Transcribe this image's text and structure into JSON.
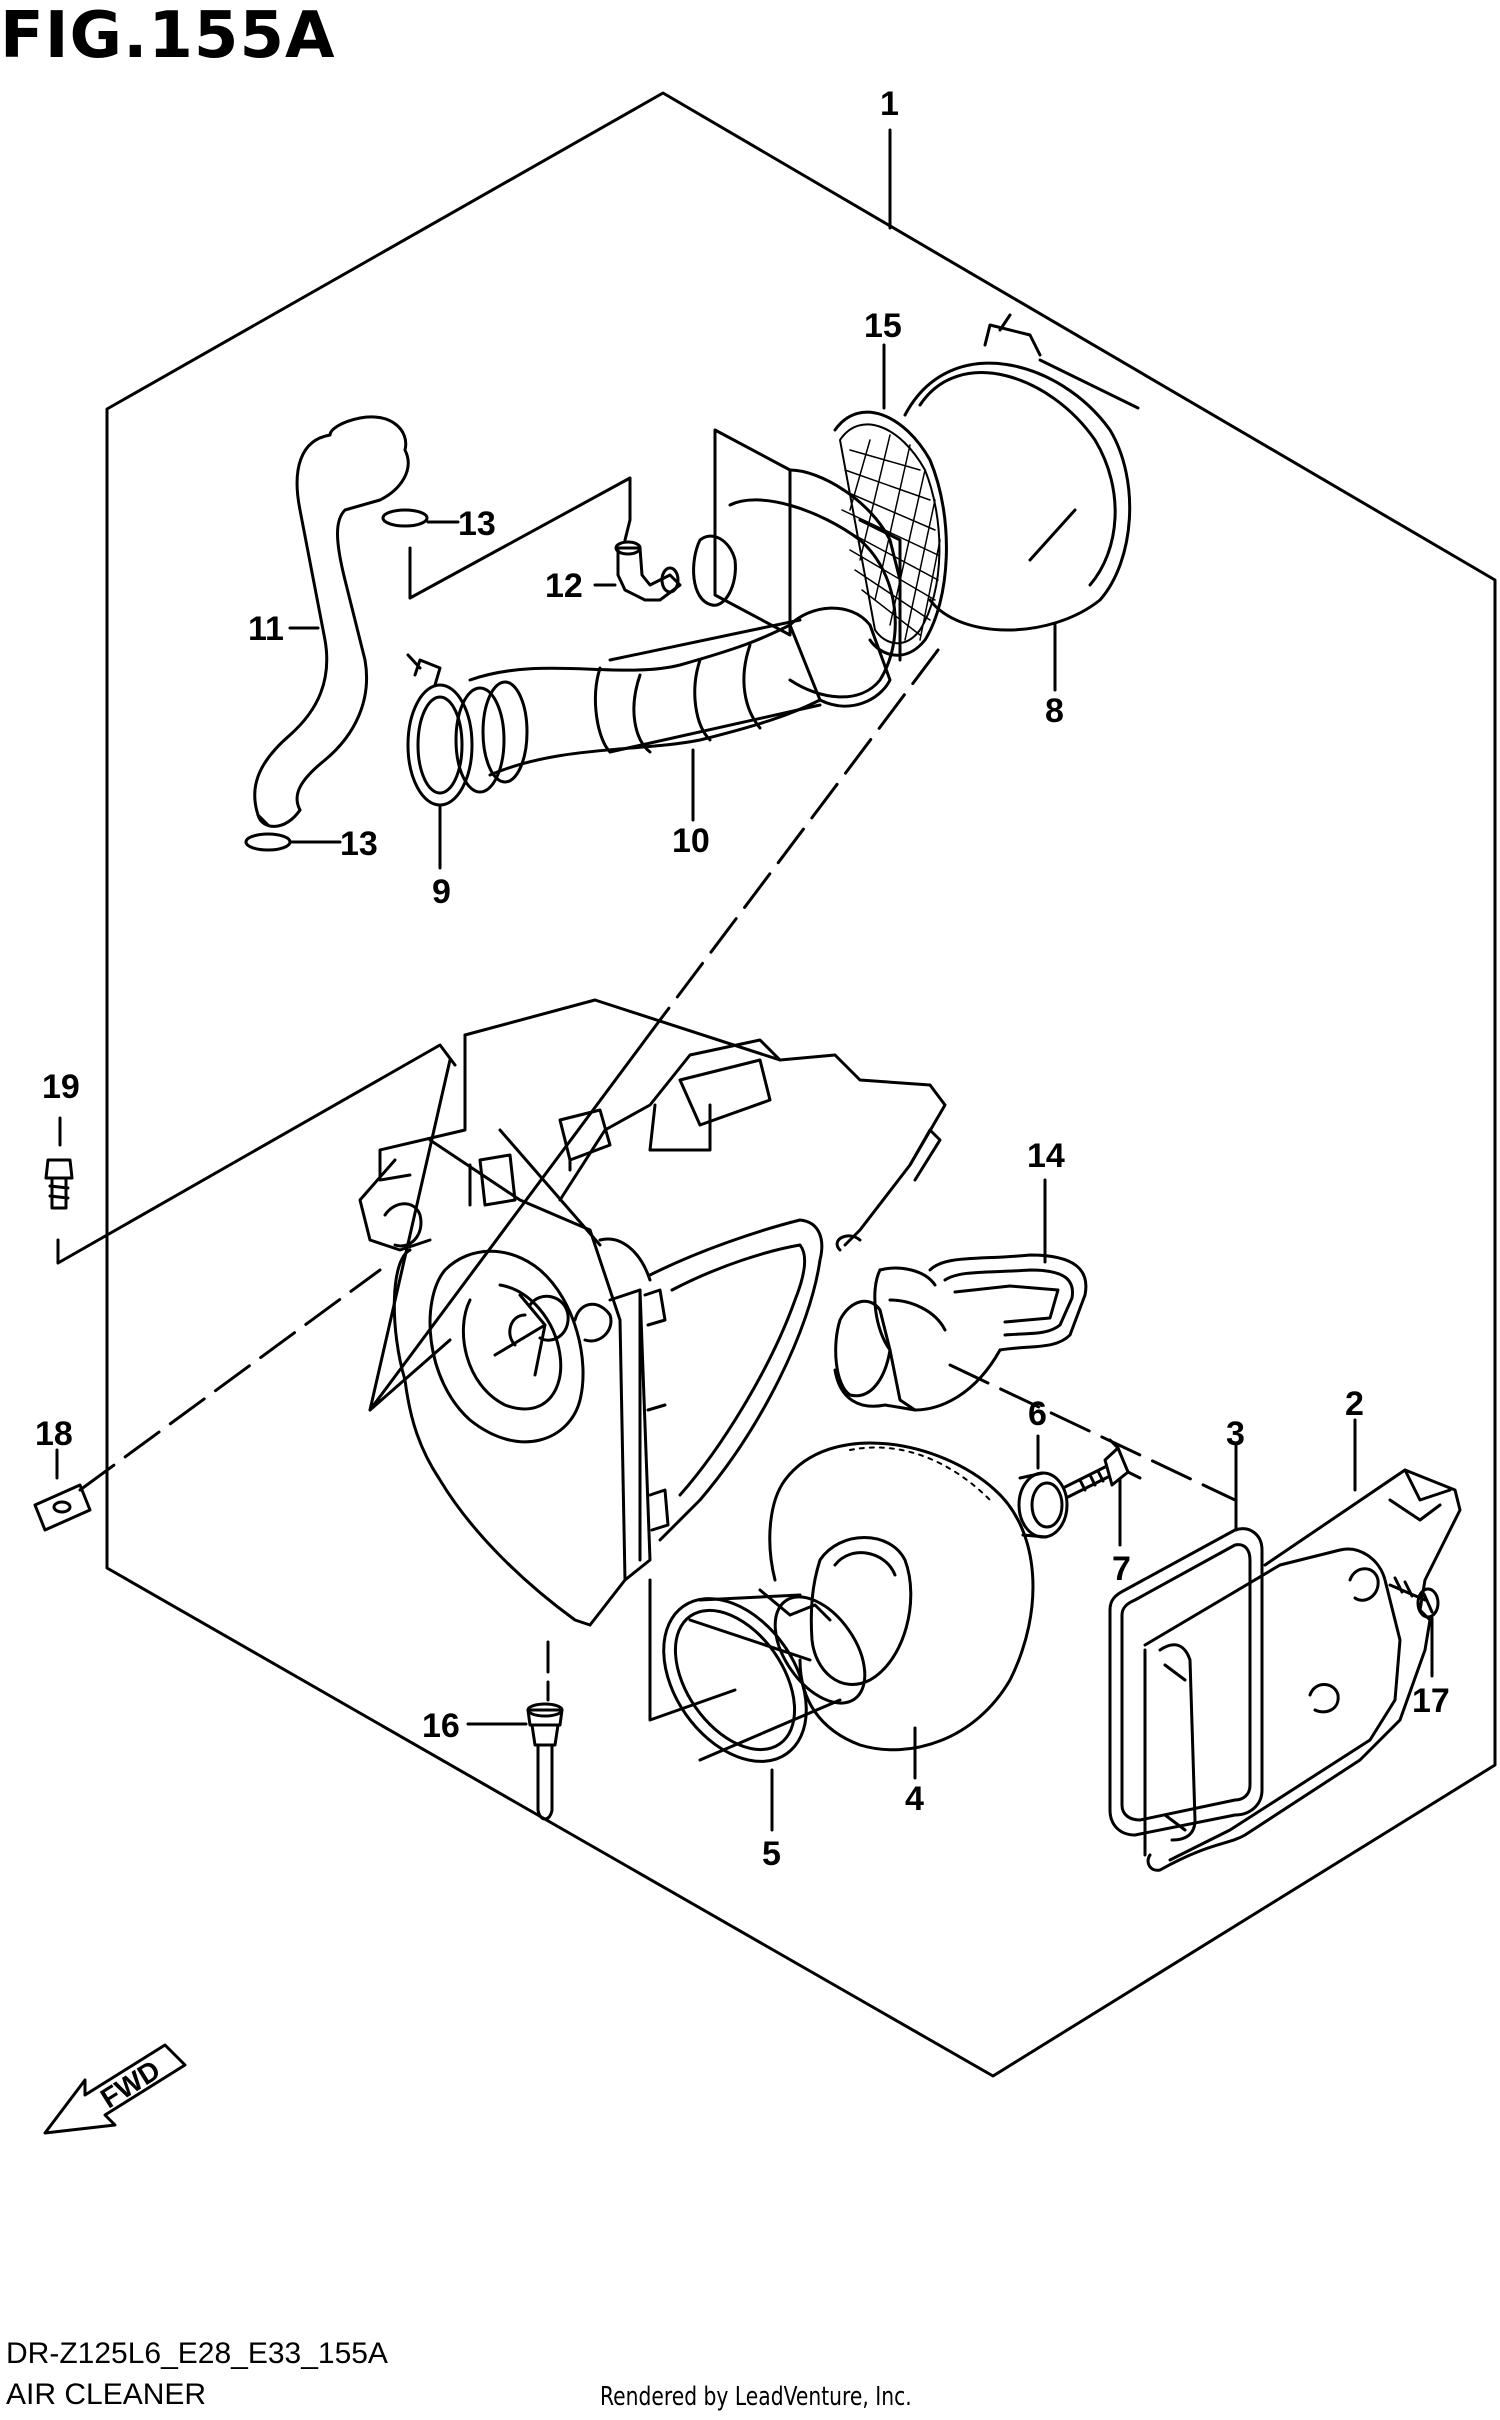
{
  "figure": {
    "title": "FIG.155A",
    "diagram_code": "DR-Z125L6_E28_E33_155A",
    "diagram_name": "AIR CLEANER",
    "render_credit": "Rendered by LeadVenture, Inc.",
    "direction_marker": "FWD"
  },
  "callouts": {
    "c1": "1",
    "c2": "2",
    "c3": "3",
    "c4": "4",
    "c5": "5",
    "c6": "6",
    "c7": "7",
    "c8": "8",
    "c9": "9",
    "c10": "10",
    "c11": "11",
    "c12": "12",
    "c13a": "13",
    "c13b": "13",
    "c14": "14",
    "c15": "15",
    "c16": "16",
    "c17": "17",
    "c18": "18",
    "c19": "19"
  }
}
